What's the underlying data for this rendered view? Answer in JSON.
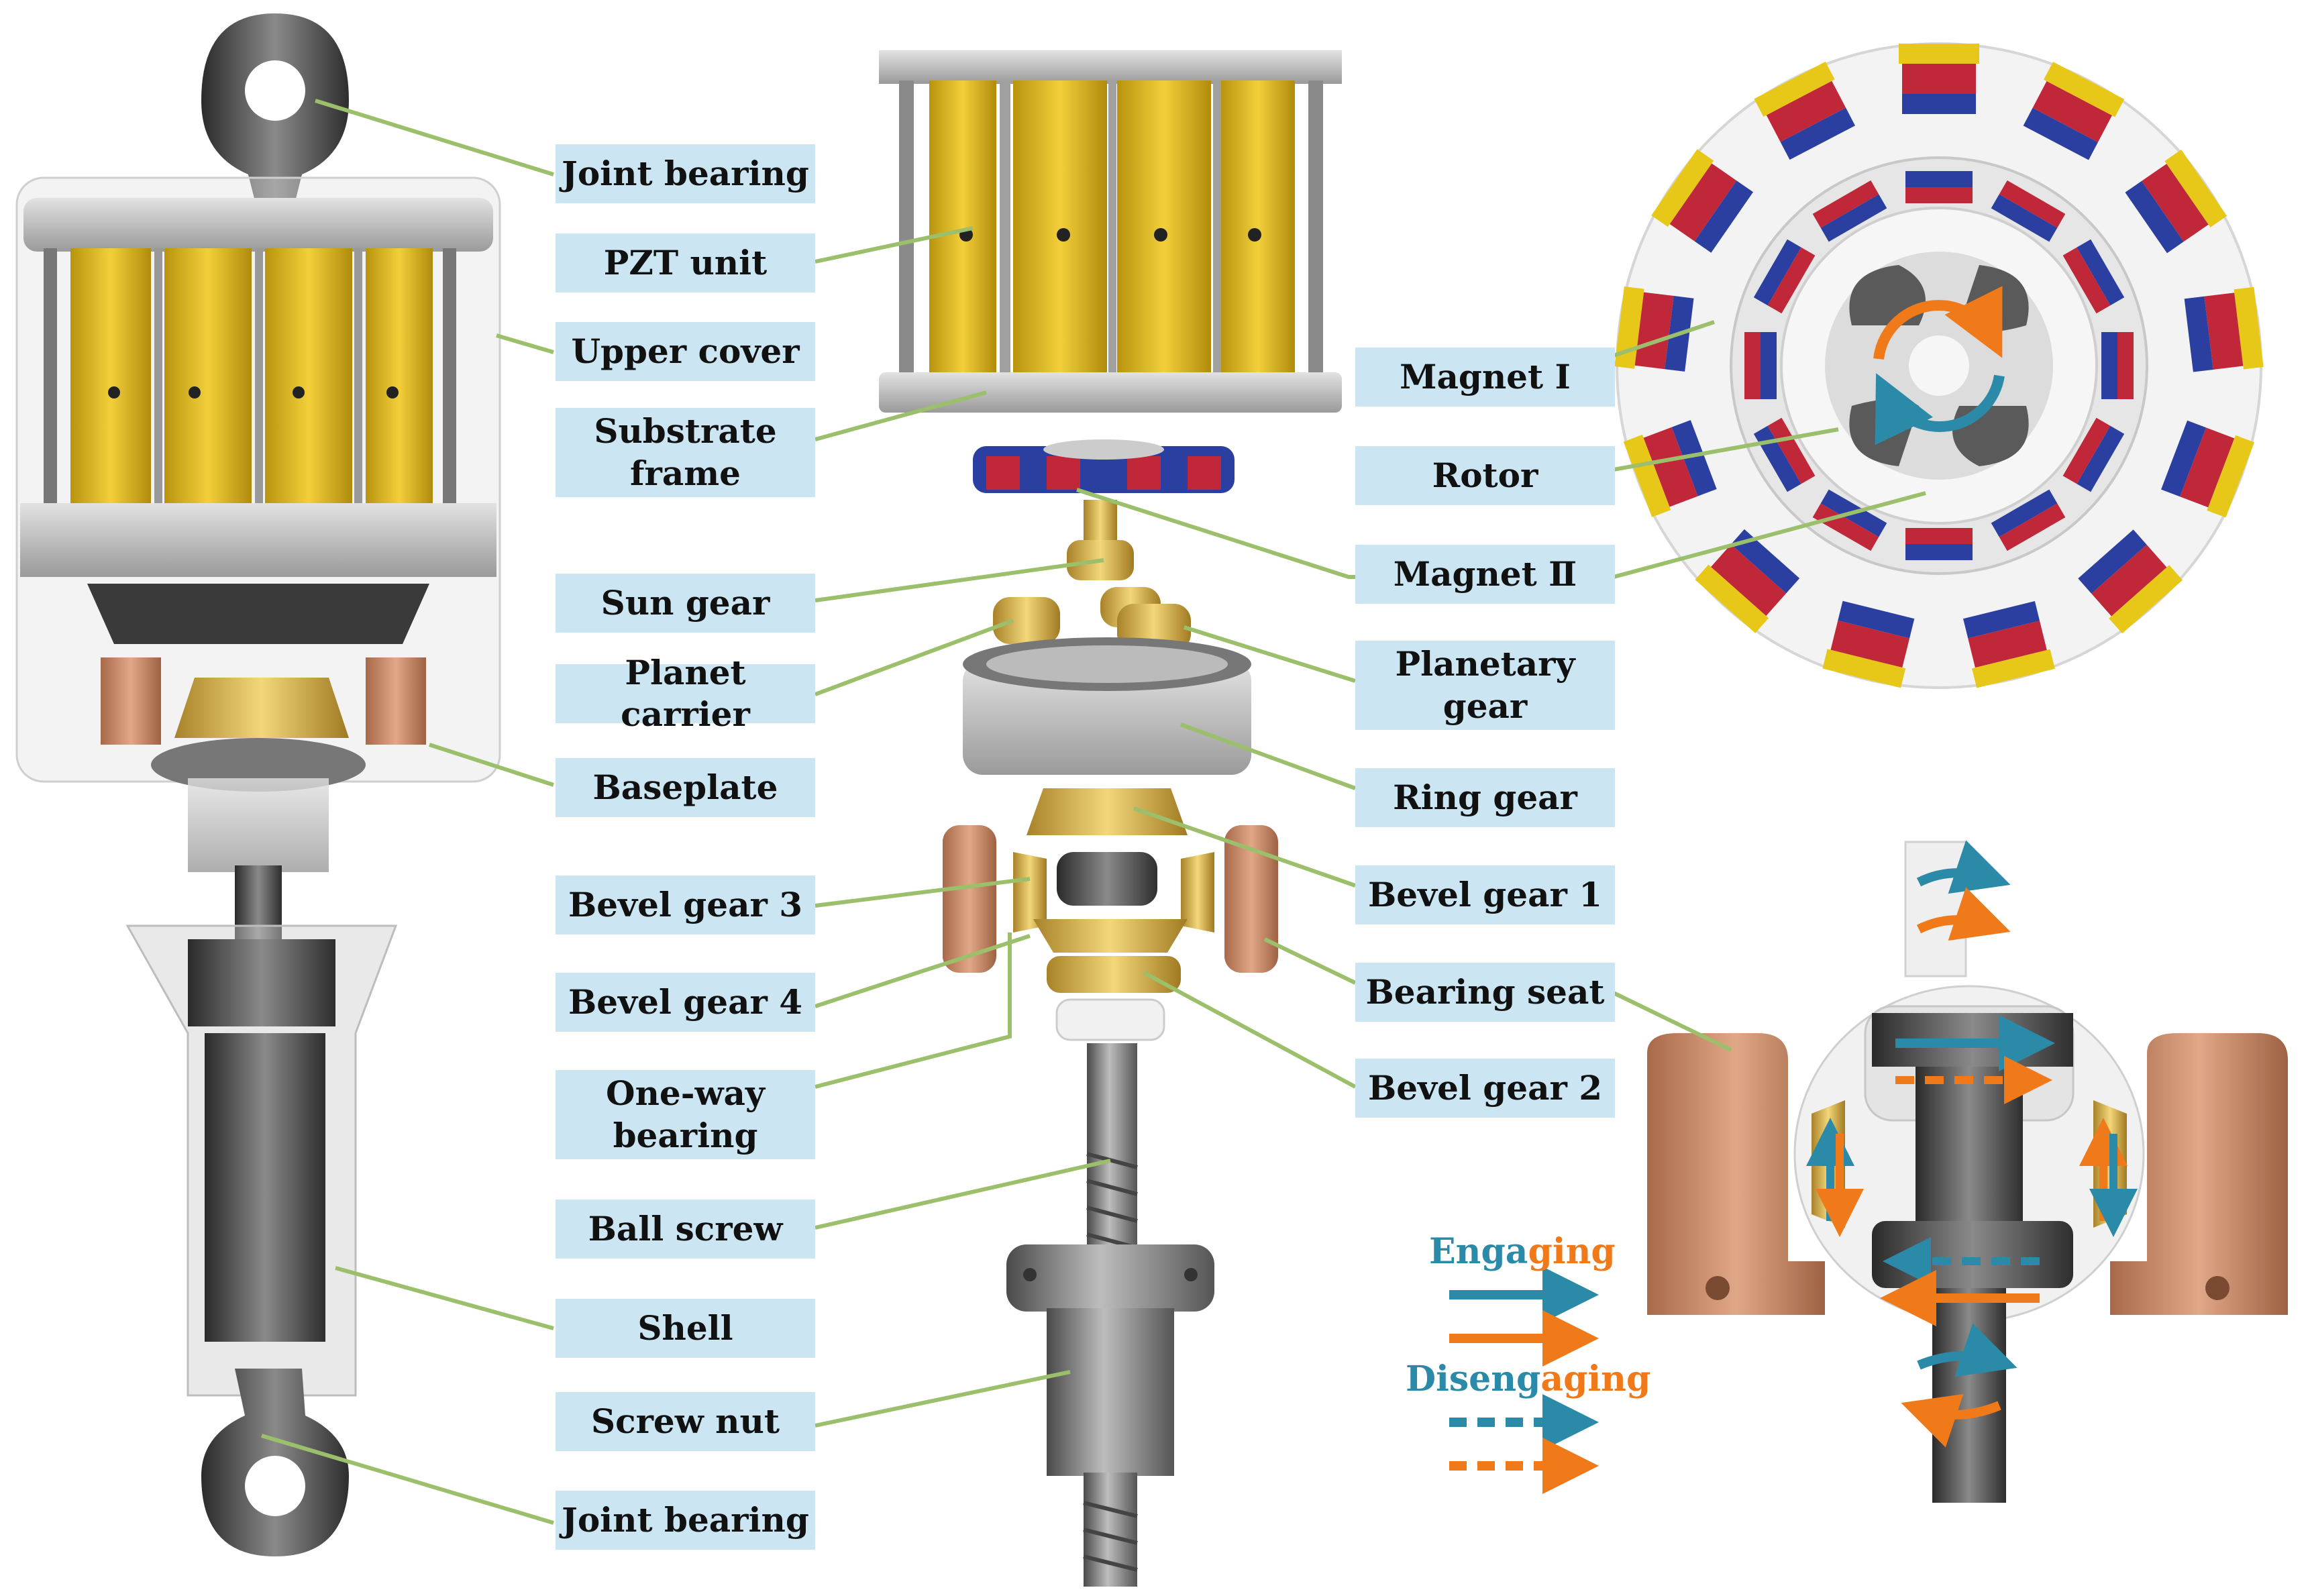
{
  "labels": {
    "joint_bearing_top": "Joint bearing",
    "pzt_unit": "PZT unit",
    "upper_cover": "Upper cover",
    "substrate_frame": "Substrate frame",
    "sun_gear": "Sun gear",
    "planet_carrier": "Planet carrier",
    "baseplate": "Baseplate",
    "bevel_gear_3": "Bevel gear 3",
    "bevel_gear_4": "Bevel gear 4",
    "one_way_bearing": "One-way bearing",
    "ball_screw": "Ball screw",
    "shell": "Shell",
    "screw_nut": "Screw nut",
    "joint_bearing_bottom": "Joint bearing",
    "magnet_1": "Magnet Ⅰ",
    "rotor": "Rotor",
    "magnet_2": "Magnet Ⅱ",
    "planetary_gear": "Planetary gear",
    "ring_gear": "Ring gear",
    "bevel_gear_1": "Bevel gear 1",
    "bearing_seat": "Bearing seat",
    "bevel_gear_2": "Bevel gear 2"
  },
  "legend": {
    "engaging_a": "Enga",
    "engaging_b": "ging",
    "disengaging_a": "Diseng",
    "disengaging_b": "aging"
  },
  "colors": {
    "label_bg": "#cbe6f2",
    "leader_line": "#9bbf6a",
    "pzt_yellow": "#e0b81c",
    "copper": "#c98a66",
    "brass": "#d9b24a",
    "steel": "#8a8a8a",
    "arrow_blue": "#2a8aa8",
    "arrow_orange": "#f07a1a",
    "magnet_red": "#c0283a",
    "magnet_blue": "#2a3f9f"
  }
}
